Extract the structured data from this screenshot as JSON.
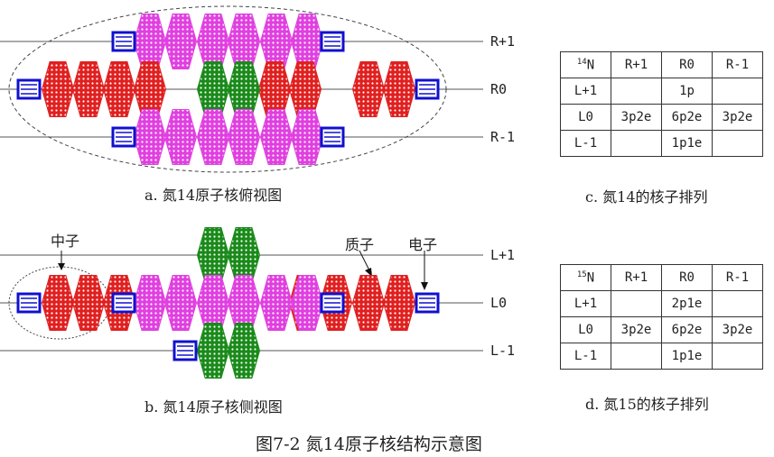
{
  "figure_title": "图7-2 氮14原子核结构示意图",
  "panel_a": {
    "caption": "a. 氮14原子核俯视图",
    "levels": [
      "R+1",
      "R0",
      "R-1"
    ]
  },
  "panel_b": {
    "caption": "b. 氮14原子核侧视图",
    "levels": [
      "L+1",
      "L0",
      "L-1"
    ],
    "labels": {
      "neutron": "中子",
      "proton": "质子",
      "electron": "电子"
    }
  },
  "panel_c": {
    "caption": "c. 氮14的核子排列",
    "corner_sup": "14",
    "corner_sym": "N",
    "header": [
      "R+1",
      "R0",
      "R-1"
    ],
    "rows": [
      {
        "label": "L+1",
        "cells": [
          "",
          "1p",
          ""
        ]
      },
      {
        "label": "L0",
        "cells": [
          "3p2e",
          "6p2e",
          "3p2e"
        ]
      },
      {
        "label": "L-1",
        "cells": [
          "",
          "1p1e",
          ""
        ]
      }
    ]
  },
  "panel_d": {
    "caption": "d. 氮15的核子排列",
    "corner_sup": "15",
    "corner_sym": "N",
    "header": [
      "R+1",
      "R0",
      "R-1"
    ],
    "rows": [
      {
        "label": "L+1",
        "cells": [
          "",
          "2p1e",
          ""
        ]
      },
      {
        "label": "L0",
        "cells": [
          "3p2e",
          "6p2e",
          "3p2e"
        ]
      },
      {
        "label": "L-1",
        "cells": [
          "",
          "1p1e",
          ""
        ]
      }
    ]
  },
  "colors": {
    "red": "#e02020",
    "magenta": "#e040e0",
    "green": "#1a8a1a",
    "blue": "#1010d0"
  }
}
